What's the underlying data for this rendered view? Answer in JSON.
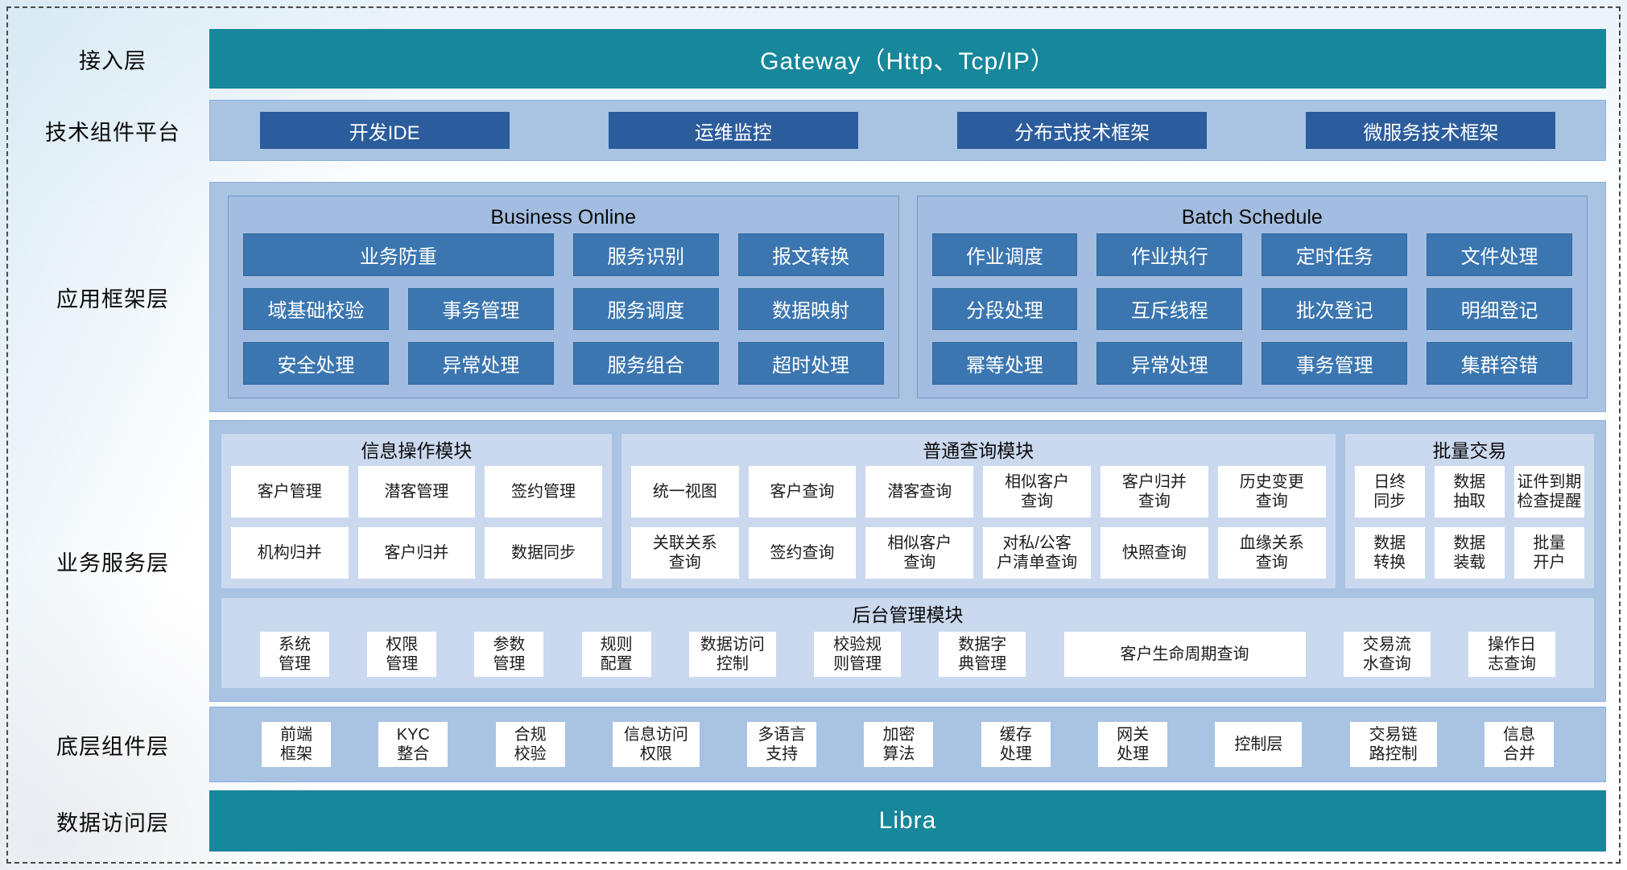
{
  "colors": {
    "teal": "#17879b",
    "container_blue": "#a9c3e3",
    "dark_button_blue": "#2b5c9c",
    "mid_button_blue": "#3b76b0",
    "module_panel_blue": "#cbd9ef",
    "cell_white": "#ffffff"
  },
  "layers": {
    "access": {
      "label": "接入层",
      "gateway": "Gateway（Http、Tcp/IP）"
    },
    "tech": {
      "label": "技术组件平台",
      "items": [
        "开发IDE",
        "运维监控",
        "分布式技术框架",
        "微服务技术框架"
      ]
    },
    "app": {
      "label": "应用框架层",
      "business_online": {
        "title": "Business Online",
        "items": [
          "业务防重",
          "服务识别",
          "报文转换",
          "域基础校验",
          "事务管理",
          "服务调度",
          "数据映射",
          "安全处理",
          "异常处理",
          "服务组合",
          "超时处理"
        ]
      },
      "batch_schedule": {
        "title": "Batch Schedule",
        "items": [
          "作业调度",
          "作业执行",
          "定时任务",
          "文件处理",
          "分段处理",
          "互斥线程",
          "批次登记",
          "明细登记",
          "幂等处理",
          "异常处理",
          "事务管理",
          "集群容错"
        ]
      }
    },
    "service": {
      "label": "业务服务层",
      "info_module": {
        "title": "信息操作模块",
        "items": [
          "客户管理",
          "潜客管理",
          "签约管理",
          "机构归并",
          "客户归并",
          "数据同步"
        ]
      },
      "query_module": {
        "title": "普通查询模块",
        "items": [
          "统一视图",
          "客户查询",
          "潜客查询",
          "相似客户\n查询",
          "客户归并\n查询",
          "历史变更\n查询",
          "关联关系\n查询",
          "签约查询",
          "相似客户\n查询",
          "对私/公客\n户清单查询",
          "快照查询",
          "血缘关系\n查询"
        ]
      },
      "batch_module": {
        "title": "批量交易",
        "items": [
          "日终\n同步",
          "数据\n抽取",
          "证件到期\n检查提醒",
          "数据\n转换",
          "数据\n装载",
          "批量\n开户"
        ]
      },
      "admin_module": {
        "title": "后台管理模块",
        "items": [
          "系统\n管理",
          "权限\n管理",
          "参数\n管理",
          "规则\n配置",
          "数据访问\n控制",
          "校验规\n则管理",
          "数据字\n典管理",
          "客户生命周期查询",
          "交易流\n水查询",
          "操作日\n志查询"
        ]
      }
    },
    "base": {
      "label": "底层组件层",
      "items": [
        "前端\n框架",
        "KYC\n整合",
        "合规\n校验",
        "信息访问\n权限",
        "多语言\n支持",
        "加密\n算法",
        "缓存\n处理",
        "网关\n处理",
        "控制层",
        "交易链\n路控制",
        "信息\n合并"
      ]
    },
    "data_access": {
      "label": "数据访问层",
      "bar": "Libra"
    }
  }
}
